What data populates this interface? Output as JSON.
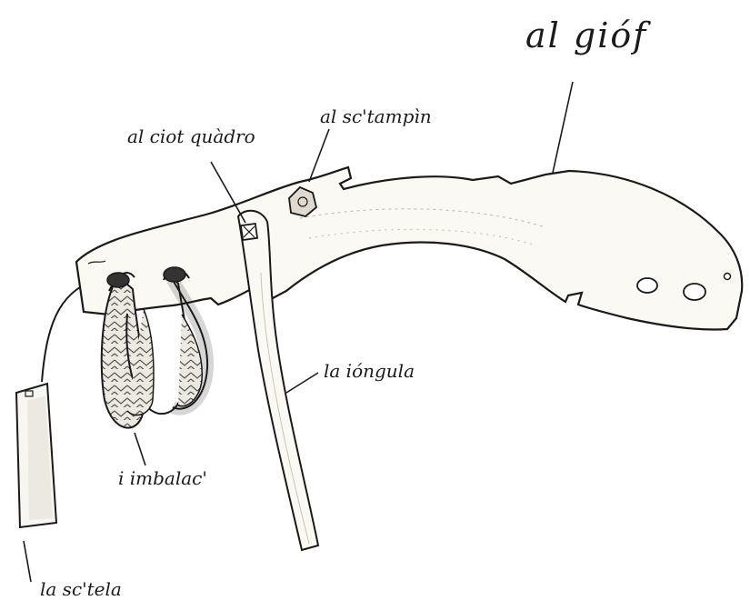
{
  "labels": {
    "giof": "al gióf",
    "sctampin": "al sc'tampìn",
    "ciot_quadro": "al ciot quàdro",
    "iongula": "la ióngula",
    "imbalac": "i imbalac'",
    "sctela": "la sc'tela"
  },
  "colors": {
    "ink": "#1a1a1a",
    "wood_fill": "#fbf9f4",
    "rope_fill": "#e9e6dd",
    "shade": "#cfcabd"
  }
}
